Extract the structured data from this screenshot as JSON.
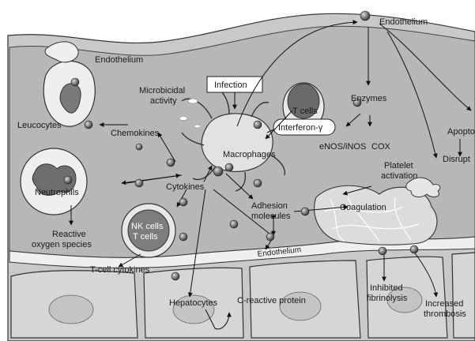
{
  "diagram": {
    "labels": {
      "endothelium_left": "Endothelium",
      "endothelium_top": "Endothelium",
      "endothelium_bottom": "Endothelium",
      "leucocytes": "Leucocytes",
      "microbicidal_1": "Microbicidal",
      "microbicidal_2": "activity",
      "infection": "Infection",
      "t_cells": "T cells",
      "interferon": "Interferon-γ",
      "enzymes": "Enzymes",
      "apoptosis": "Apopto",
      "chemokines": "Chemokines",
      "macrophages": "Macrophages",
      "enos": "eNOS/iNOS",
      "cox": "COX",
      "disruption": "Disrupt",
      "platelet_1": "Platelet",
      "platelet_2": "activation",
      "neutrophils": "Neutrophils",
      "cytokines": "Cytokines",
      "adhesion_1": "Adhesion",
      "adhesion_2": "molecules",
      "coagulation": "Coagulation",
      "nk_cells": "NK cells",
      "nk_t_cells": "T cells",
      "ros_1": "Reactive",
      "ros_2": "oxygen species",
      "tcell_cytokines": "T-cell cytokines",
      "hepatocytes": "Hepatocytes",
      "crp": "C-reactive protein",
      "inhibited_1": "Inhibited",
      "inhibited_2": "fibrinolysis",
      "increased_1": "Increased",
      "increased_2": "thrombosis"
    }
  }
}
